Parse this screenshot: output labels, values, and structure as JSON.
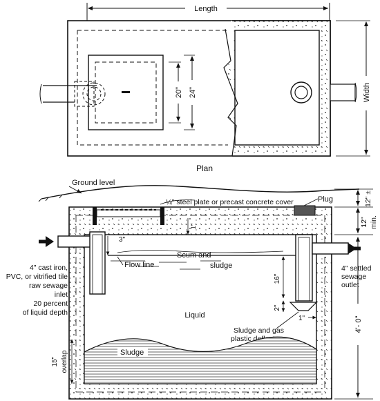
{
  "plan": {
    "title": "Plan",
    "length_label": "Length",
    "width_label": "Width",
    "dim_20": "20\"",
    "dim_24": "24\""
  },
  "section": {
    "ground_level": "Ground level",
    "cover_note": "¼\" steel plate or precast concrete cover",
    "plug": "Plug",
    "top_12": "12\" ±",
    "min_12_a": "12\"",
    "min_12_b": "min.",
    "dim_1_top": "1\"",
    "dim_3": "3\"",
    "scum_and": "Scum and",
    "sludge_top": "sludge",
    "flow_line": "Flow line",
    "dim_16": "16\"",
    "dim_2": "2\"",
    "dim_1_low": "1\"",
    "liquid": "Liquid",
    "inlet_lines": [
      "4\" cast iron,",
      "PVC, or vitrified tile",
      "raw sewage",
      "inlet",
      "20 percent",
      "of liquid depth"
    ],
    "outlet_lines": [
      "4\" settled",
      "sewage",
      "outlet"
    ],
    "deflector_lines": [
      "Sludge and gas",
      "plastic deflector"
    ],
    "sludge_bottom": "Sludge",
    "dim_15": "15\"",
    "overlap": "overlap",
    "dim_4_0": "4'- 0\""
  },
  "colors": {
    "ink": "#111111",
    "concrete_fill": "#ffffff",
    "paper": "#ffffff"
  }
}
